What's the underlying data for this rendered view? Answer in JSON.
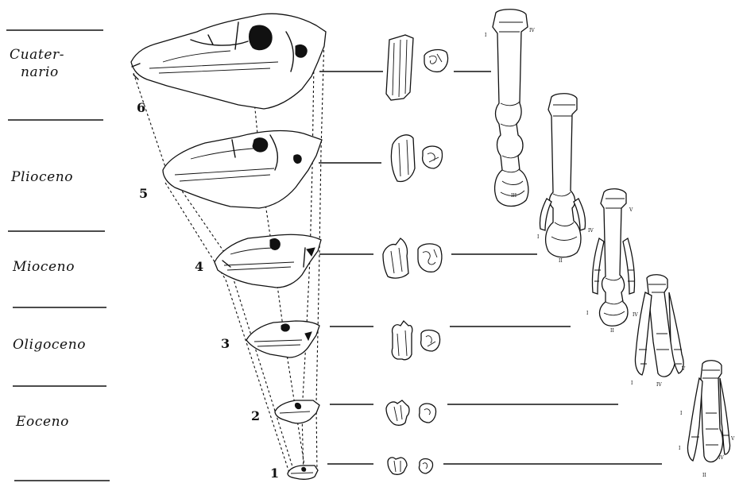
{
  "eras": [
    {
      "label_line1": "Cuater-",
      "label_line2": "nario"
    },
    {
      "label_line1": "Plioceno",
      "label_line2": ""
    },
    {
      "label_line1": "Mioceno",
      "label_line2": ""
    },
    {
      "label_line1": "Oligoceno",
      "label_line2": ""
    },
    {
      "label_line1": "Eoceno",
      "label_line2": ""
    }
  ],
  "stage_numbers": [
    "6",
    "5",
    "4",
    "3",
    "2",
    "1"
  ],
  "digit_labels": [
    "I",
    "II",
    "III",
    "IV",
    "V"
  ]
}
